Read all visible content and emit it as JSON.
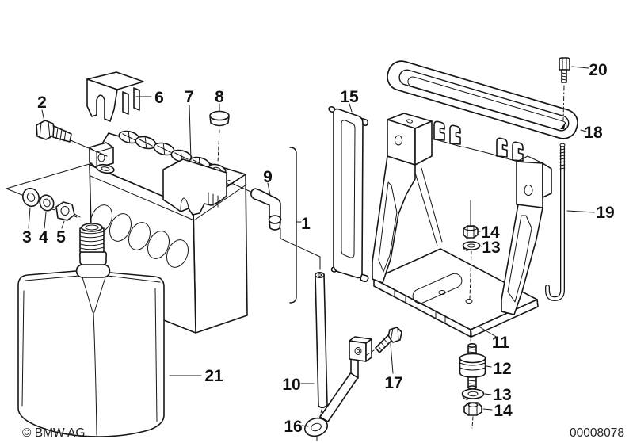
{
  "colors": {
    "line": "#161616",
    "background": "#ffffff",
    "label": "#111111"
  },
  "footer": {
    "copyright": "© BMW AG",
    "image_number": "00008078"
  },
  "callouts": [
    {
      "label": "1",
      "part": "vent-hose-assembly"
    },
    {
      "label": "2",
      "part": "hex-bolt"
    },
    {
      "label": "3",
      "part": "washer"
    },
    {
      "label": "4",
      "part": "spring-washer"
    },
    {
      "label": "5",
      "part": "hex-nut"
    },
    {
      "label": "6",
      "part": "terminal-cover"
    },
    {
      "label": "7",
      "part": "battery-cover"
    },
    {
      "label": "8",
      "part": "sealing-plug"
    },
    {
      "label": "9",
      "part": "elbow-connector"
    },
    {
      "label": "10",
      "part": "vent-tube"
    },
    {
      "label": "11",
      "part": "battery-tray"
    },
    {
      "label": "12",
      "part": "rubber-buffer"
    },
    {
      "label": "13",
      "part": "washer-lower"
    },
    {
      "label": "14",
      "part": "hex-nut-lower"
    },
    {
      "label": "13",
      "part": "washer-middle"
    },
    {
      "label": "14",
      "part": "hex-nut-middle"
    },
    {
      "label": "15",
      "part": "clamping-strap"
    },
    {
      "label": "16",
      "part": "holding-bracket"
    },
    {
      "label": "17",
      "part": "screw"
    },
    {
      "label": "18",
      "part": "hold-down-frame"
    },
    {
      "label": "19",
      "part": "tension-rod"
    },
    {
      "label": "20",
      "part": "bolt"
    },
    {
      "label": "21",
      "part": "electrolyte-container"
    }
  ]
}
